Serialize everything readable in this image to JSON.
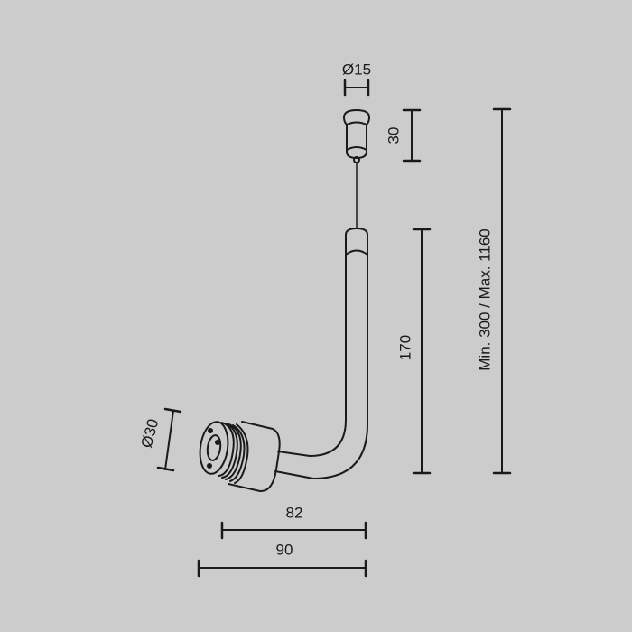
{
  "drawing": {
    "title": "Pendant fixture dimension drawing",
    "background": "#cbcccb",
    "stroke": "#1a1a1a",
    "dimensions": {
      "canopy_diameter": "Ø15",
      "canopy_height": "30",
      "tube_length": "170",
      "suspension_length": "Min. 300 / Max. 1160",
      "head_diameter": "Ø30",
      "head_width_inner": "82",
      "head_width_outer": "90"
    },
    "units": "mm"
  }
}
